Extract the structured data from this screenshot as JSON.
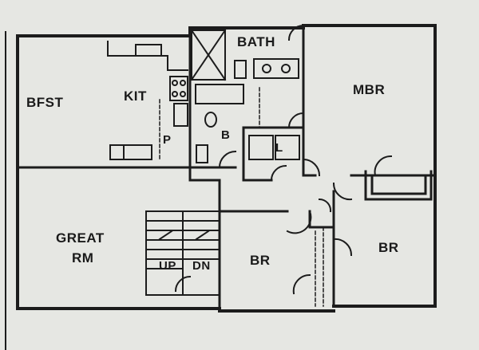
{
  "plan": {
    "rooms": {
      "bfst": "BFST",
      "kit": "KIT",
      "bath": "BATH",
      "mbr": "MBR",
      "pantry": "P",
      "bath2": "B",
      "laundry": "L",
      "great_rm_line1": "GREAT",
      "great_rm_line2": "RM",
      "br_middle": "BR",
      "br_right": "BR"
    },
    "stairs": {
      "up": "UP",
      "dn": "DN"
    },
    "colors": {
      "background": "#e6e7e3",
      "wall": "#1c1c1c",
      "fixture": "#2a2a2a"
    }
  }
}
